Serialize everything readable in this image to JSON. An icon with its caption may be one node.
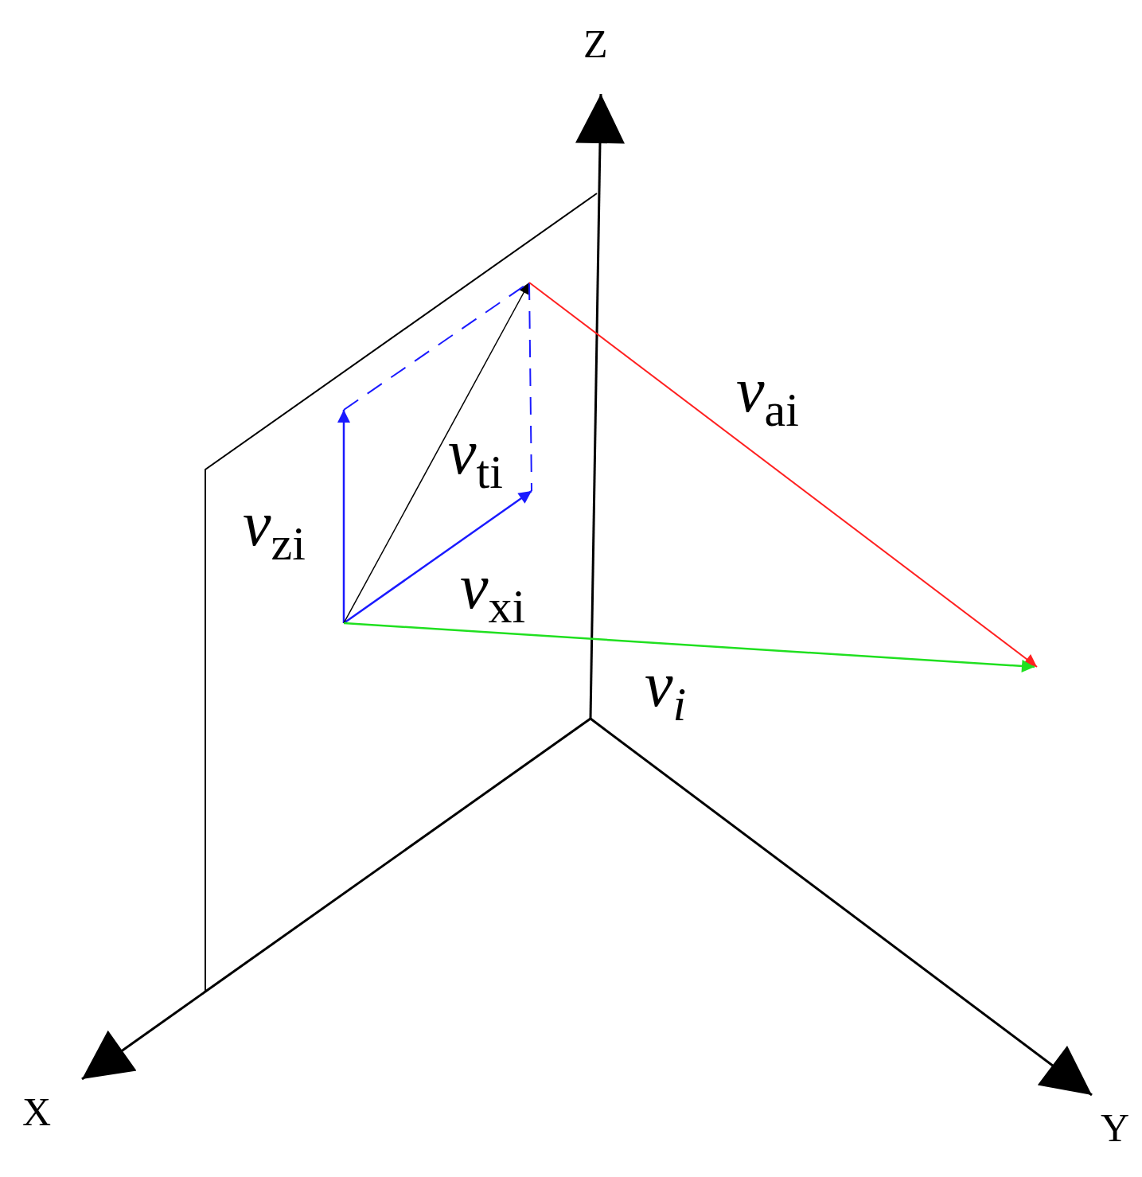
{
  "diagram": {
    "labels": [
      "Z",
      "*v*$_{ai}$",
      "*v*$_{ti}$",
      "*v*$_{zi}$",
      "*v*$_{xi}$",
      "v$_{i}$",
      "X",
      "Y"
    ]
  }
}
